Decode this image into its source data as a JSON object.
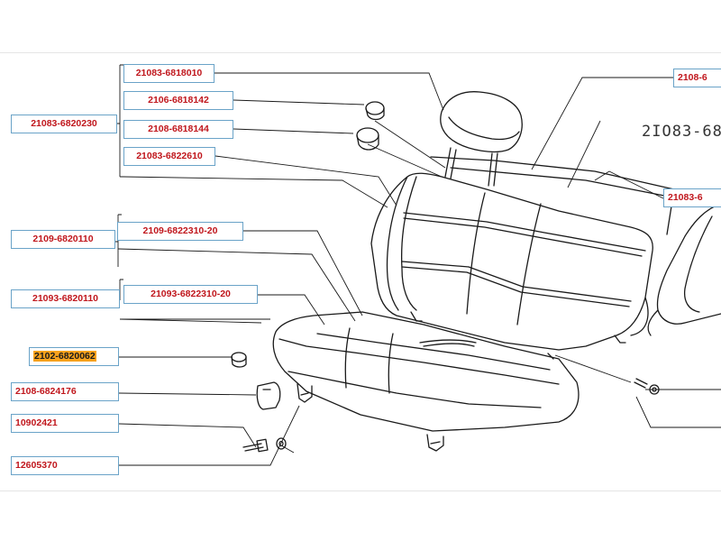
{
  "drawing_stamp": "2IO83-68",
  "colors": {
    "label_text": "#c0161c",
    "label_border": "#6aa3c8",
    "highlight": "#f7a21c"
  },
  "labels": {
    "l01": "21083-6818010",
    "l02": "2106-6818142",
    "l03": "21083-6820230",
    "l04": "2108-6818144",
    "l05": "21083-6822610",
    "l06": "2109-6822310-20",
    "l07": "2109-6820110",
    "l08": "21093-6820110",
    "l09": "21093-6822310-20",
    "l10": "2102-6820062",
    "l11": "2108-6824176",
    "l12": "10902421",
    "l13": "12605370",
    "r01": "2108-6",
    "r02": "21083-6"
  }
}
